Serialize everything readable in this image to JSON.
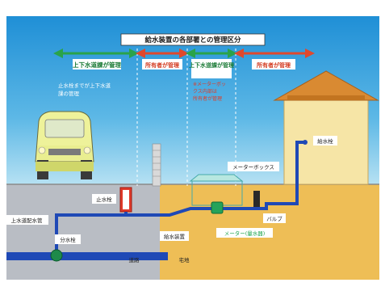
{
  "title": "給水装置の各部署との管理区分",
  "zones": {
    "water_bureau_1": "上下水道課が管理",
    "owner_1": "所有者が管理",
    "water_bureau_2": "上下水道課が管理",
    "owner_2": "所有者が管理"
  },
  "notes": {
    "up_to_meter": [
      "止水栓までが上下水道",
      "課の管理"
    ],
    "meter_note": [
      "※メーターボッ",
      "クス内部は",
      "所有者が管理"
    ]
  },
  "labels": {
    "main_pipe": "上水道配水管",
    "branch_valve": "分水栓",
    "stop_valve": "止水栓",
    "supply_pipe": "給水装置",
    "meter_box": "メーターボックス",
    "meter": "メーター(量水器)",
    "valve": "バルブ",
    "faucet": "給水栓",
    "road": "道路",
    "site": "宅地"
  },
  "colors": {
    "sky": "#3fa6dd",
    "ground_road": "#b9bdc4",
    "ground_site": "#eebe56",
    "pipe": "#1f49b6",
    "bureau_arrow": "#2aa34a",
    "owner_arrow": "#e0482d",
    "house_wall": "#f6e5a6",
    "roof": "#d98a32",
    "car": "#eef29a"
  }
}
